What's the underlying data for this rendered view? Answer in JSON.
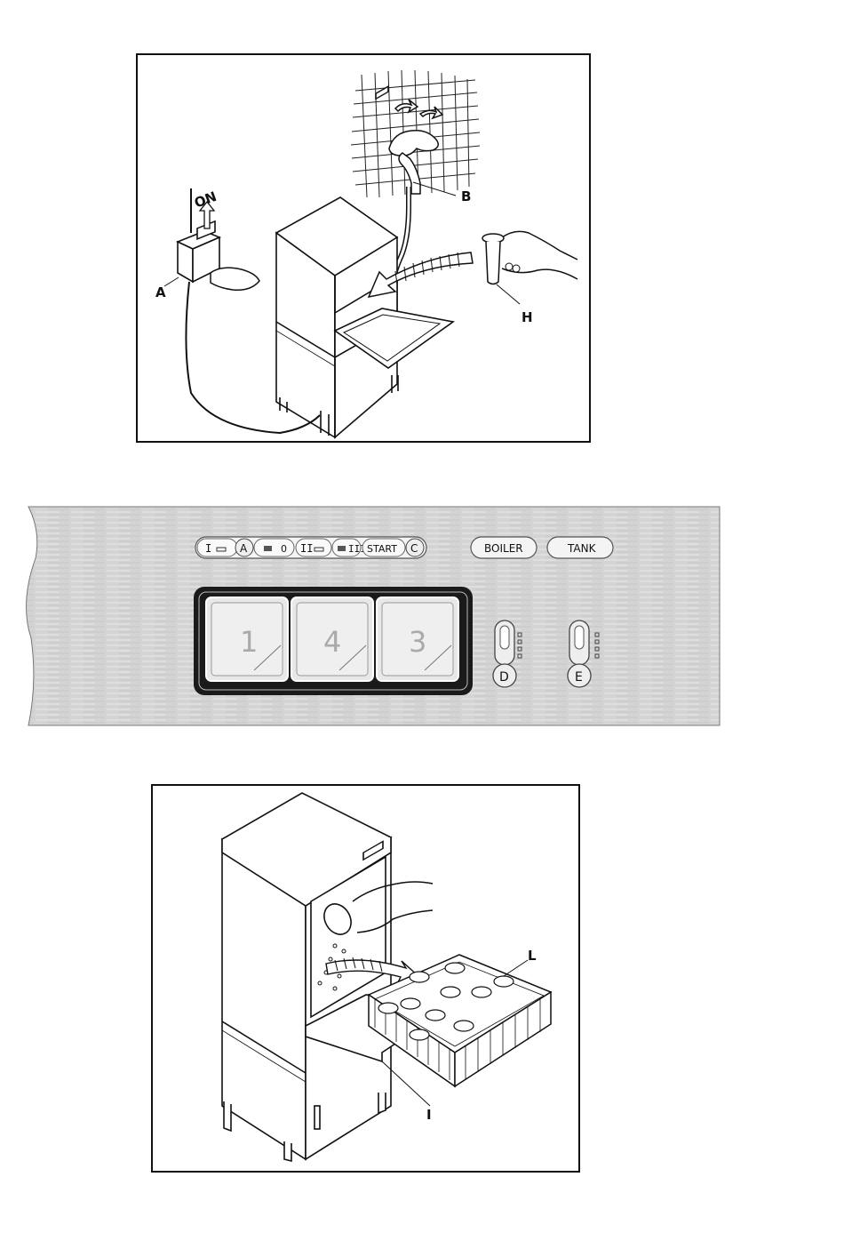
{
  "figure1": {
    "labels": {
      "a": "A",
      "b": "B",
      "h": "H",
      "on": "ON"
    }
  },
  "panel": {
    "top_row": {
      "group1": [
        "I",
        "0"
      ],
      "group2": [
        "II",
        "III"
      ],
      "start": "START",
      "boiler": "BOILER",
      "tank": "TANK"
    },
    "markers": {
      "a": "A",
      "c": "C",
      "d": "D",
      "e": "E"
    },
    "displays": [
      "1",
      "4",
      "3"
    ]
  },
  "figure3": {
    "labels": {
      "l": "L",
      "i": "I"
    }
  },
  "colors": {
    "ink": "#111111",
    "panel": "#d6d6d6",
    "display_frame": "#1a1a1a"
  }
}
